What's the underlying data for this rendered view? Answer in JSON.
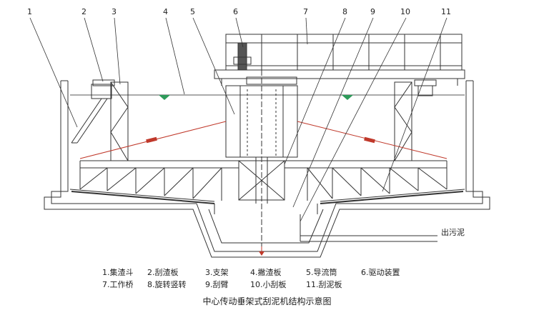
{
  "callouts": [
    "1",
    "2",
    "3",
    "4",
    "5",
    "6",
    "7",
    "8",
    "9",
    "10",
    "11"
  ],
  "outlet_label": "出污泥",
  "legend": [
    "1.集渣斗",
    "2.刮渣板",
    "3.支架",
    "4.撇渣板",
    "5.导流筒",
    "6.驱动装置",
    "7.工作桥",
    "8.旋转竖转",
    "9.刮臂",
    "10.小刮板",
    "11.刮泥板"
  ],
  "caption": "中心传动垂架式刮泥机结构示意图",
  "colors": {
    "line": "#333333",
    "accent": "#c0392b",
    "water": "#2e9b5a"
  }
}
